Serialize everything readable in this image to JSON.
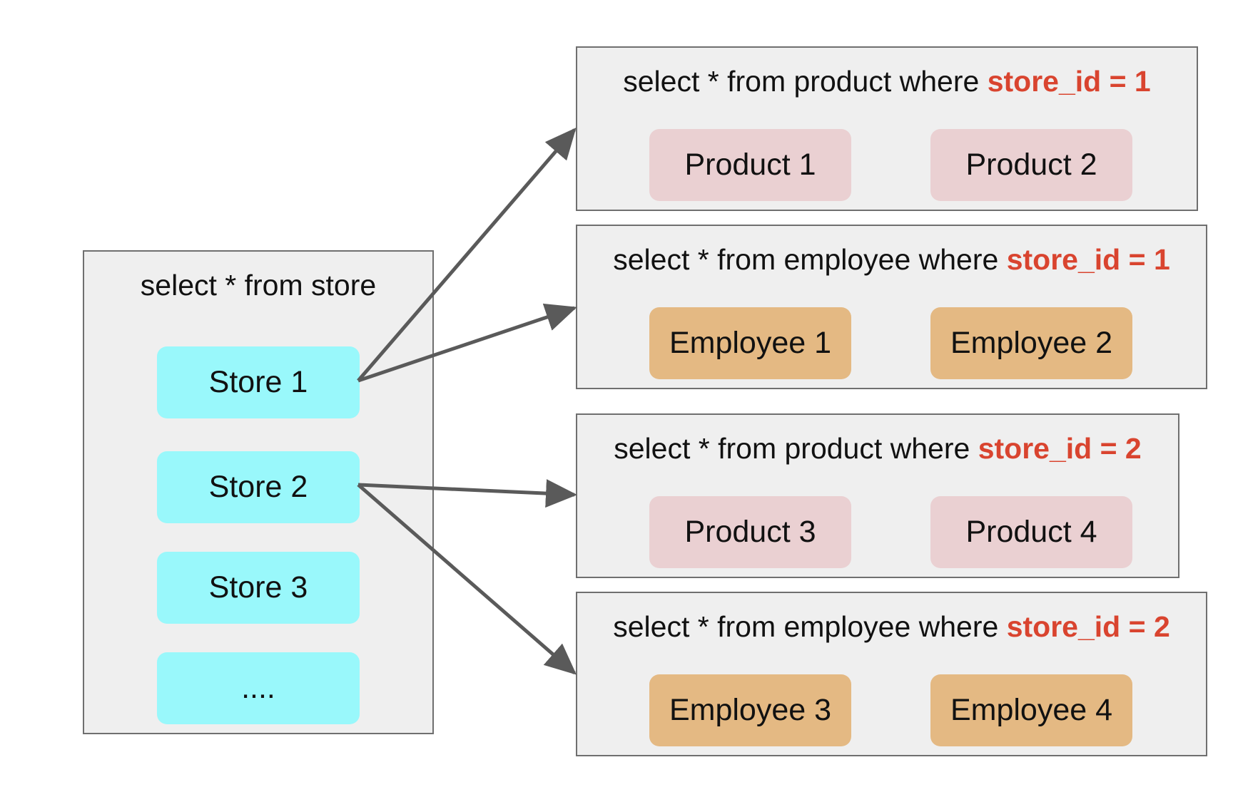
{
  "store_panel": {
    "query": "select * from store",
    "stores": [
      "Store 1",
      "Store 2",
      "Store 3",
      "...."
    ]
  },
  "query_panels": [
    {
      "query": "select * from product where ",
      "condition": "store_id = 1",
      "items": [
        "Product 1",
        "Product 2"
      ]
    },
    {
      "query": "select * from employee where ",
      "condition": "store_id = 1",
      "items": [
        "Employee 1",
        "Employee 2"
      ]
    },
    {
      "query": "select * from product where ",
      "condition": "store_id = 2",
      "items": [
        "Product 3",
        "Product 4"
      ]
    },
    {
      "query": "select * from employee where ",
      "condition": "store_id = 2",
      "items": [
        "Employee 3",
        "Employee 4"
      ]
    }
  ],
  "colors": {
    "panel_bg": "#efefef",
    "panel_border": "#6f6f6f",
    "store_chip": "#99f8fb",
    "product_chip": "#ead0d2",
    "employee_chip": "#e4b983",
    "condition_text": "#d9442f",
    "arrow": "#5a5a5a"
  }
}
